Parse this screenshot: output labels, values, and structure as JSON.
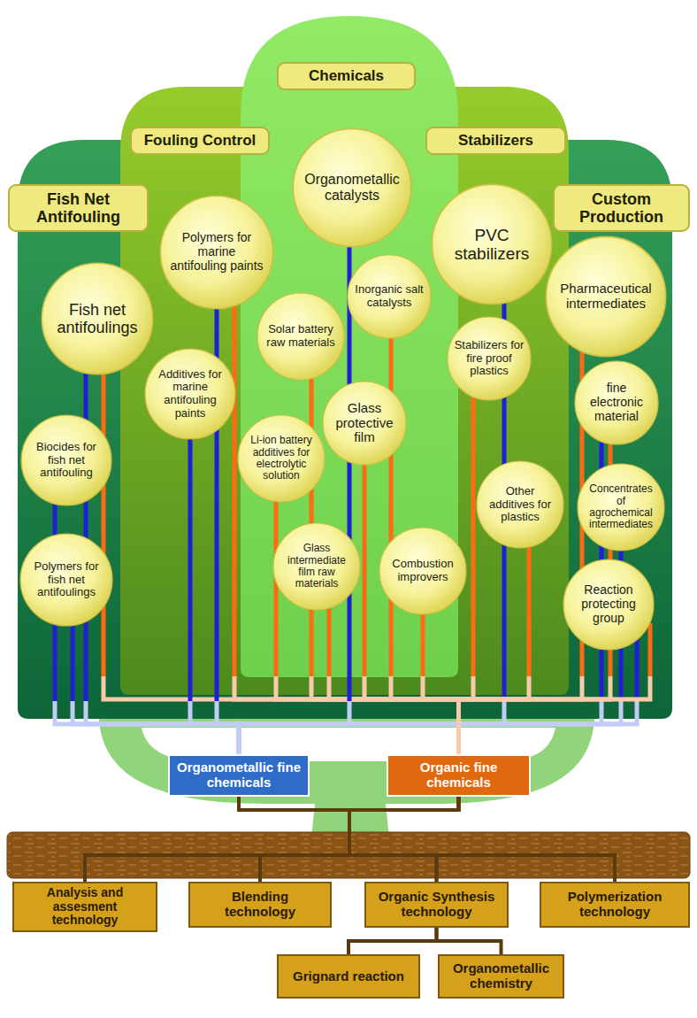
{
  "diagram": {
    "nodes": [
      {
        "text": [
          "Chemicals"
        ]
      },
      {
        "text": [
          "Fouling Control"
        ]
      },
      {
        "text": [
          "Stabilizers"
        ]
      },
      {
        "text": [
          "Fish Net Antifouling"
        ]
      },
      {
        "text": [
          "Custom Production"
        ]
      },
      {
        "text": [
          "Organometallic catalysts"
        ]
      },
      {
        "text": [
          "Polymers for marine antifouling paints"
        ]
      },
      {
        "text": [
          "PVC stabilizers"
        ]
      },
      {
        "text": [
          "Pharmaceutical intermediates"
        ]
      },
      {
        "text": [
          "Fish net antifoulings"
        ]
      },
      {
        "text": [
          "Inorganic salt catalysts"
        ]
      },
      {
        "text": [
          "Solar battery raw materials"
        ]
      },
      {
        "text": [
          "Stabilizers for fire proof plastics"
        ]
      },
      {
        "text": [
          "Additives for marine antifouling paints"
        ]
      },
      {
        "text": [
          "Glass protective film"
        ]
      },
      {
        "text": [
          "fine electronic material"
        ]
      },
      {
        "text": [
          "Biocides for fish net antifouling"
        ]
      },
      {
        "text": [
          "Li-ion battery additives for electrolytic solution"
        ]
      },
      {
        "text": [
          "Other additives for plastics"
        ]
      },
      {
        "text": [
          "Concentrates of agrochemical intermediates"
        ]
      },
      {
        "text": [
          "Glass intermediate film raw materials"
        ]
      },
      {
        "text": [
          "Combustion improvers"
        ]
      },
      {
        "text": [
          "Polymers for fish net antifoulings"
        ]
      },
      {
        "text": [
          "Reaction protecting group"
        ]
      },
      {
        "text": [
          "Organometallic fine chemicals"
        ]
      },
      {
        "text": [
          "Organic fine chemicals"
        ]
      },
      {
        "text": [
          "Analysis and assesment technology"
        ]
      },
      {
        "text": [
          "Blending technology"
        ]
      },
      {
        "text": [
          "Organic Synthesis technology"
        ]
      },
      {
        "text": [
          "Polymerization technology"
        ]
      },
      {
        "text": [
          "Grignard reaction"
        ]
      },
      {
        "text": [
          "Organometallic chemistry"
        ]
      }
    ],
    "edges": [
      {
        "from": 9,
        "to": 24,
        "arrow": "none"
      },
      {
        "from": 9,
        "to": 25,
        "arrow": "none"
      },
      {
        "from": 16,
        "to": 24,
        "arrow": "none"
      },
      {
        "from": 22,
        "to": 24,
        "arrow": "none"
      },
      {
        "from": 13,
        "to": 24,
        "arrow": "none"
      },
      {
        "from": 6,
        "to": 24,
        "arrow": "none"
      },
      {
        "from": 6,
        "to": 25,
        "arrow": "none"
      },
      {
        "from": 17,
        "to": 25,
        "arrow": "none"
      },
      {
        "from": 11,
        "to": 25,
        "arrow": "none"
      },
      {
        "from": 20,
        "to": 25,
        "arrow": "none"
      },
      {
        "from": 5,
        "to": 24,
        "arrow": "none"
      },
      {
        "from": 14,
        "to": 25,
        "arrow": "none"
      },
      {
        "from": 10,
        "to": 25,
        "arrow": "none"
      },
      {
        "from": 21,
        "to": 25,
        "arrow": "none"
      },
      {
        "from": 12,
        "to": 25,
        "arrow": "none"
      },
      {
        "from": 7,
        "to": 24,
        "arrow": "none"
      },
      {
        "from": 18,
        "to": 25,
        "arrow": "none"
      },
      {
        "from": 8,
        "to": 25,
        "arrow": "none"
      },
      {
        "from": 15,
        "to": 24,
        "arrow": "none"
      },
      {
        "from": 15,
        "to": 25,
        "arrow": "none"
      },
      {
        "from": 19,
        "to": 24,
        "arrow": "none"
      },
      {
        "from": 23,
        "to": 24,
        "arrow": "none"
      },
      {
        "from": 23,
        "to": 25,
        "arrow": "none"
      },
      {
        "from": 24,
        "to": 26,
        "arrow": "none"
      },
      {
        "from": 24,
        "to": 27,
        "arrow": "none"
      },
      {
        "from": 24,
        "to": 28,
        "arrow": "none"
      },
      {
        "from": 24,
        "to": 29,
        "arrow": "none"
      },
      {
        "from": 25,
        "to": 26,
        "arrow": "none"
      },
      {
        "from": 25,
        "to": 27,
        "arrow": "none"
      },
      {
        "from": 25,
        "to": 28,
        "arrow": "none"
      },
      {
        "from": 25,
        "to": 29,
        "arrow": "none"
      },
      {
        "from": 28,
        "to": 30,
        "arrow": "none"
      },
      {
        "from": 28,
        "to": 31,
        "arrow": "none"
      }
    ]
  }
}
